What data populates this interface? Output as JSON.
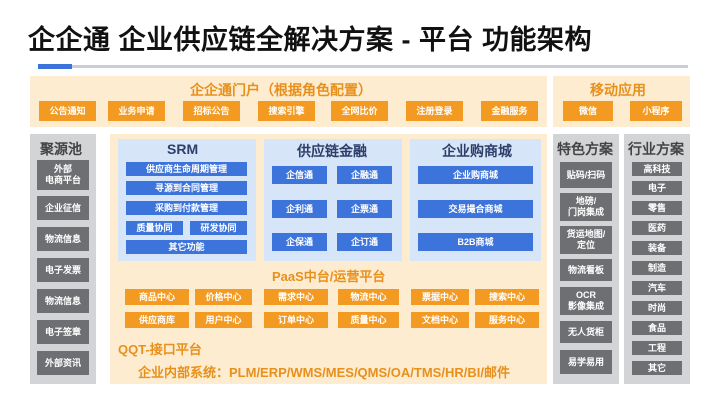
{
  "title": "企企通 企业供应链全解决方案 - 平台 功能架构",
  "portal": {
    "title": "企企通门户（根据角色配置）",
    "items": [
      "公告通知",
      "业务申请",
      "招标公告",
      "搜索引擎",
      "全网比价",
      "注册登录",
      "金融服务"
    ]
  },
  "mobile": {
    "title": "移动应用",
    "items": [
      "微信",
      "小程序"
    ]
  },
  "pool": {
    "title": "聚源池",
    "items": [
      "外部\n电商平台",
      "企业征信",
      "物流信息",
      "电子发票",
      "物流信息",
      "电子签章",
      "外部资讯"
    ]
  },
  "srm": {
    "title": "SRM",
    "items": [
      "供应商生命周期管理",
      "寻源到合同管理",
      "采购到付款管理",
      "质量协同",
      "研发协同",
      "其它功能"
    ]
  },
  "finance": {
    "title": "供应链金融",
    "items": [
      "企信通",
      "企融通",
      "企利通",
      "企票通",
      "企保通",
      "企订通"
    ]
  },
  "mall": {
    "title": "企业购商城",
    "items": [
      "企业购商城",
      "交易撮合商城",
      "B2B商城"
    ]
  },
  "paas": {
    "title": "PaaS中台/运营平台",
    "row1": [
      "商品中心",
      "价格中心",
      "需求中心",
      "物流中心",
      "票据中心",
      "搜索中心"
    ],
    "row2": [
      "供应商库",
      "用户中心",
      "订单中心",
      "质量中心",
      "文档中心",
      "服务中心"
    ]
  },
  "qqt": {
    "title": "QQT-接口平台"
  },
  "internal": {
    "text": "企业内部系统：PLM/ERP/WMS/MES/QMS/OA/TMS/HR/BI/邮件"
  },
  "special": {
    "title": "特色方案",
    "items": [
      "贴码/扫码",
      "地磅/\n门岗集成",
      "货运地图/\n定位",
      "物流看板",
      "OCR\n影像集成",
      "无人货柜",
      "易学易用"
    ]
  },
  "industry": {
    "title": "行业方案",
    "items": [
      "高科技",
      "电子",
      "零售",
      "医药",
      "装备",
      "制造",
      "汽车",
      "时尚",
      "食品",
      "工程",
      "其它"
    ]
  },
  "colors": {
    "orange": "#f39a23",
    "blue": "#3d74db",
    "gray": "#6e6f72",
    "cream": "#fdeccf",
    "light_blue": "#d7e5f8",
    "light_gray": "#d3d4d6"
  }
}
